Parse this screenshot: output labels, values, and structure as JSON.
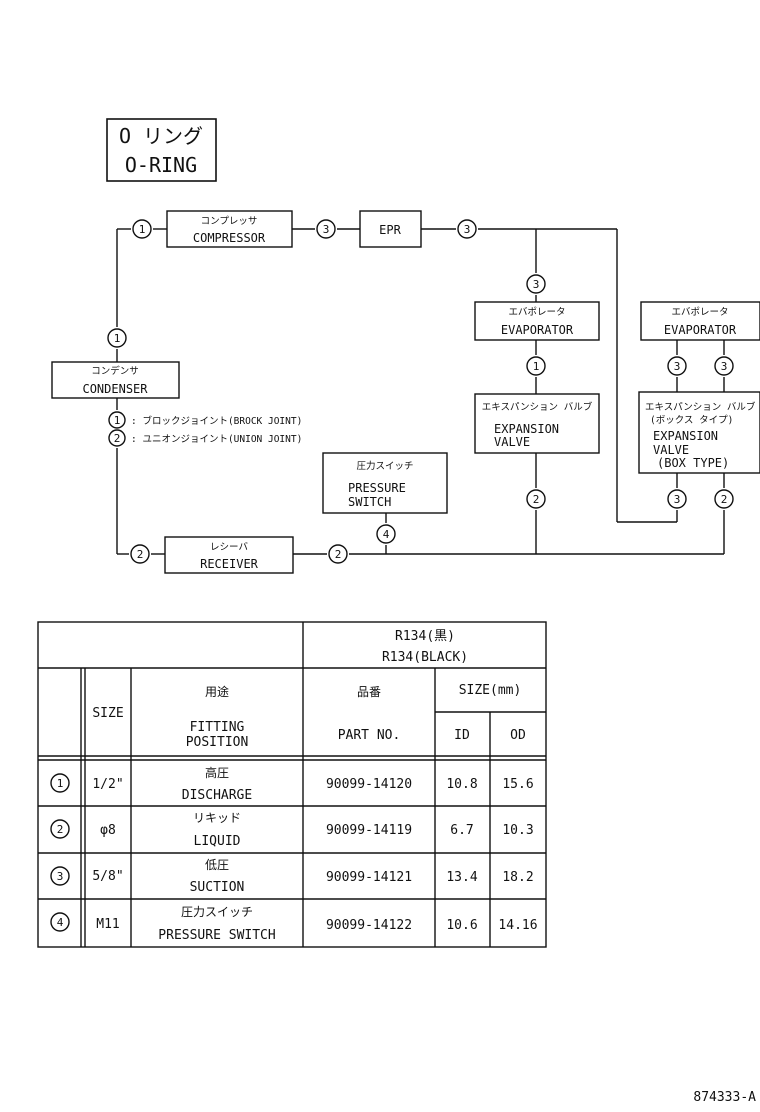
{
  "title": {
    "jp": "O リング",
    "en": "O-RING"
  },
  "components": {
    "compressor": {
      "jp": "コンプレッサ",
      "en": "COMPRESSOR"
    },
    "epr": {
      "en": "EPR"
    },
    "evaporator_front": {
      "jp": "エバポレータ",
      "en": "EVAPORATOR"
    },
    "evaporator_rear": {
      "jp": "エバポレータ",
      "en": "EVAPORATOR"
    },
    "condenser": {
      "jp": "コンデンサ",
      "en": "CONDENSER"
    },
    "expansion_valve_front": {
      "jp": "エキスパンション バルブ",
      "en1": "EXPANSION",
      "en2": "VALVE"
    },
    "expansion_valve_rear": {
      "jp1": "エキスパンション バルブ",
      "jp2": "(ボックス タイプ)",
      "en1": "EXPANSION",
      "en2": "VALVE",
      "en3": "(BOX TYPE)"
    },
    "pressure_switch": {
      "jp": "圧力スイッチ",
      "en1": "PRESSURE",
      "en2": "SWITCH"
    },
    "receiver": {
      "jp": "レシーバ",
      "en": "RECEIVER"
    }
  },
  "markers": {
    "one": "1",
    "two": "2",
    "three": "3",
    "four": "4"
  },
  "legend": [
    {
      "num": "1",
      "text": ": ブロックジョイント(BROCK JOINT)"
    },
    {
      "num": "2",
      "text": ": ユニオンジョイント(UNION JOINT)"
    }
  ],
  "table": {
    "refrigerant_jp": "R134(黒)",
    "refrigerant_en": "R134(BLACK)",
    "headers": {
      "size": "SIZE",
      "fitting_jp": "用途",
      "fitting_en1": "FITTING",
      "fitting_en2": "POSITION",
      "part_jp": "品番",
      "part_en": "PART NO.",
      "size_mm": "SIZE(mm)",
      "id": "ID",
      "od": "OD"
    },
    "rows": [
      {
        "num": "1",
        "size": "1/2\"",
        "jp": "高圧",
        "en": "DISCHARGE",
        "part": "90099-14120",
        "id": "10.8",
        "od": "15.6"
      },
      {
        "num": "2",
        "size": "φ8",
        "jp": "リキッド",
        "en": "LIQUID",
        "part": "90099-14119",
        "id": "6.7",
        "od": "10.3"
      },
      {
        "num": "3",
        "size": "5/8\"",
        "jp": "低圧",
        "en": "SUCTION",
        "part": "90099-14121",
        "id": "13.4",
        "od": "18.2"
      },
      {
        "num": "4",
        "size": "M11",
        "jp": "圧力スイッチ",
        "en": "PRESSURE SWITCH",
        "part": "90099-14122",
        "id": "10.6",
        "od": "14.16"
      }
    ]
  },
  "footer": {
    "code": "874333-A"
  }
}
